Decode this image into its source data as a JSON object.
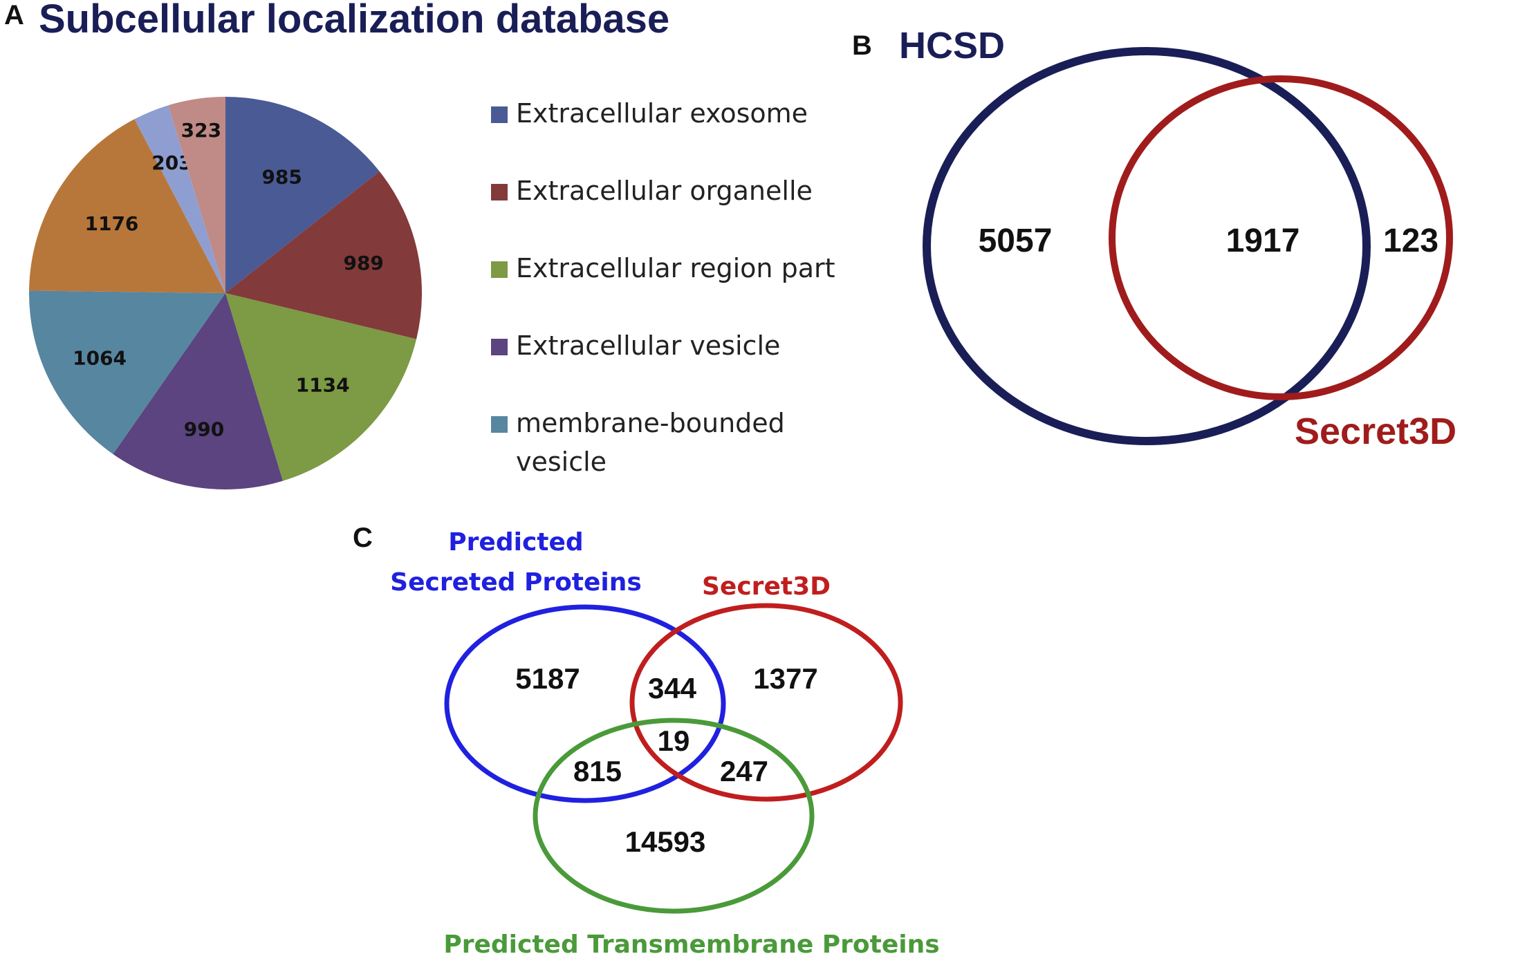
{
  "panels": {
    "a_letter": "A",
    "b_letter": "B",
    "c_letter": "C"
  },
  "chart_data": [
    {
      "type": "pie",
      "title": "Subcellular localization database",
      "slices": [
        {
          "label": "Extracellular exosome",
          "value": 985,
          "color": "#4a5a95"
        },
        {
          "label": "Extracellular organelle",
          "value": 989,
          "color": "#833a3a"
        },
        {
          "label": "Extracellular region part",
          "value": 1134,
          "color": "#7d9a44"
        },
        {
          "label": "Extracellular vesicle",
          "value": 990,
          "color": "#5b4480"
        },
        {
          "label": "membrane-bounded vesicle",
          "value": 1064,
          "color": "#5786a0"
        },
        {
          "label": "",
          "value": 1176,
          "color": "#b8773a"
        },
        {
          "label": "",
          "value": 203,
          "color": "#8f9ed0"
        },
        {
          "label": "",
          "value": 323,
          "color": "#c08a86"
        }
      ],
      "legend": {
        "position": "right",
        "items": [
          {
            "label": "Extracellular exosome",
            "color": "#4a5a95"
          },
          {
            "label": "Extracellular organelle",
            "color": "#833a3a"
          },
          {
            "label": "Extracellular region part",
            "color": "#7d9a44"
          },
          {
            "label": "Extracellular vesicle",
            "color": "#5b4480"
          },
          {
            "label": "membrane-bounded vesicle",
            "color": "#5786a0"
          }
        ]
      }
    },
    {
      "type": "venn",
      "sets": [
        {
          "name": "HCSD",
          "color": "#1a1e57"
        },
        {
          "name": "Secret3D",
          "color": "#a01c1c"
        }
      ],
      "regions": [
        {
          "sets": [
            "HCSD"
          ],
          "value": "5057"
        },
        {
          "sets": [
            "HCSD",
            "Secret3D"
          ],
          "value": "1917"
        },
        {
          "sets": [
            "Secret3D"
          ],
          "value": "123"
        }
      ]
    },
    {
      "type": "venn",
      "sets": [
        {
          "name": "Predicted Secreted Proteins",
          "lines": [
            "Predicted",
            "Secreted Proteins"
          ],
          "color": "#2020e0"
        },
        {
          "name": "Secret3D",
          "lines": [
            "Secret3D"
          ],
          "color": "#c01e1e"
        },
        {
          "name": "Predicted Transmembrane Proteins",
          "lines": [
            "Predicted Transmembrane Proteins"
          ],
          "color": "#4a9a3a"
        }
      ],
      "regions": [
        {
          "sets": [
            "Predicted Secreted Proteins"
          ],
          "value": "5187"
        },
        {
          "sets": [
            "Predicted Secreted Proteins",
            "Secret3D"
          ],
          "value": "344"
        },
        {
          "sets": [
            "Secret3D"
          ],
          "value": "1377"
        },
        {
          "sets": [
            "Predicted Secreted Proteins",
            "Secret3D",
            "Predicted Transmembrane Proteins"
          ],
          "value": "19"
        },
        {
          "sets": [
            "Predicted Secreted Proteins",
            "Predicted Transmembrane Proteins"
          ],
          "value": "815"
        },
        {
          "sets": [
            "Secret3D",
            "Predicted Transmembrane Proteins"
          ],
          "value": "247"
        },
        {
          "sets": [
            "Predicted Transmembrane Proteins"
          ],
          "value": "14593"
        }
      ]
    }
  ]
}
